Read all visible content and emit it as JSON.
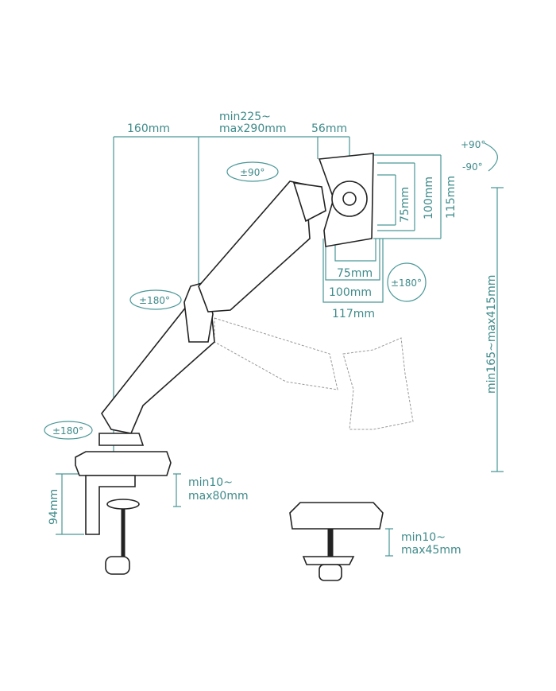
{
  "dimensions": {
    "base_offset": "160mm",
    "arm_reach_line1": "min225~",
    "arm_reach_line2": "max290mm",
    "plate_depth": "56mm",
    "vesa_h_75": "75mm",
    "vesa_h_100": "100mm",
    "plate_width": "117mm",
    "vesa_v_75": "75mm",
    "vesa_v_100": "100mm",
    "plate_height": "115mm",
    "height_range": "min165~max415mm",
    "clamp_height": "94mm",
    "clamp_desk_line1": "min10~",
    "clamp_desk_line2": "max80mm",
    "grommet_desk_line1": "min10~",
    "grommet_desk_line2": "max45mm"
  },
  "rotations": {
    "tilt_up": "+90°",
    "tilt_down": "-90°",
    "swivel_head": "±90°",
    "rotate_plate": "±180°",
    "swivel_elbow": "±180°",
    "swivel_base": "±180°"
  },
  "colors": {
    "accent": "#3f8a8a",
    "line": "#222222"
  }
}
